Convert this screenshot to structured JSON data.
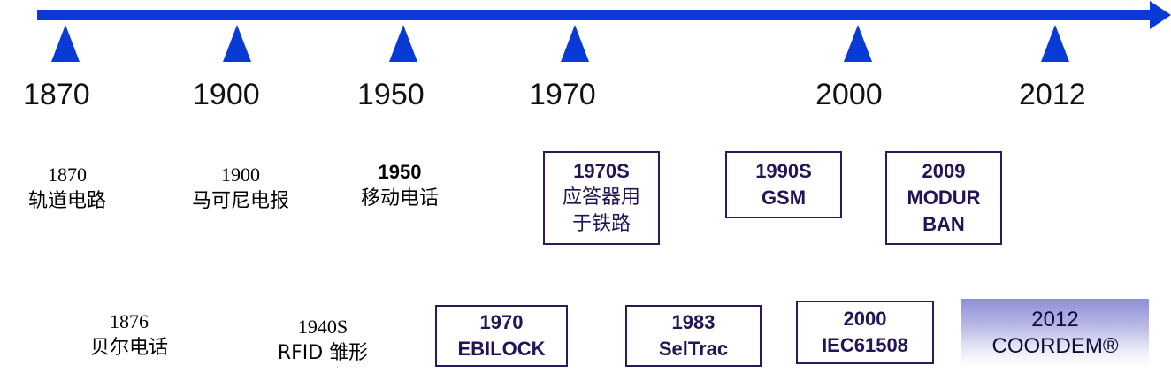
{
  "timeline": {
    "color": "#0a3ad6",
    "years": [
      {
        "label": "1870"
      },
      {
        "label": "1900"
      },
      {
        "label": "1950"
      },
      {
        "label": "1970"
      },
      {
        "label": "2000"
      },
      {
        "label": "2012"
      }
    ]
  },
  "events_top": [
    {
      "year": "1870",
      "text": "轨道电路"
    },
    {
      "year": "1900",
      "text": "马可尼电报"
    },
    {
      "year": "1950",
      "text": "移动电话"
    }
  ],
  "boxes_top": [
    {
      "year": "1970S",
      "lines": [
        "应答器用",
        "于铁路"
      ]
    },
    {
      "year": "1990S",
      "lines": [
        "GSM"
      ]
    },
    {
      "year": "2009",
      "lines": [
        "MODUR",
        "BAN"
      ]
    }
  ],
  "events_bottom": [
    {
      "year": "1876",
      "text": "贝尔电话"
    },
    {
      "year": "1940S",
      "text": "RFID 雏形"
    }
  ],
  "boxes_bottom": [
    {
      "year": "1970",
      "text": "EBILOCK"
    },
    {
      "year": "1983",
      "text": "SelTrac"
    },
    {
      "year": "2000",
      "text": "IEC61508"
    }
  ],
  "highlight": {
    "year": "2012",
    "text": "COORDEM®"
  }
}
